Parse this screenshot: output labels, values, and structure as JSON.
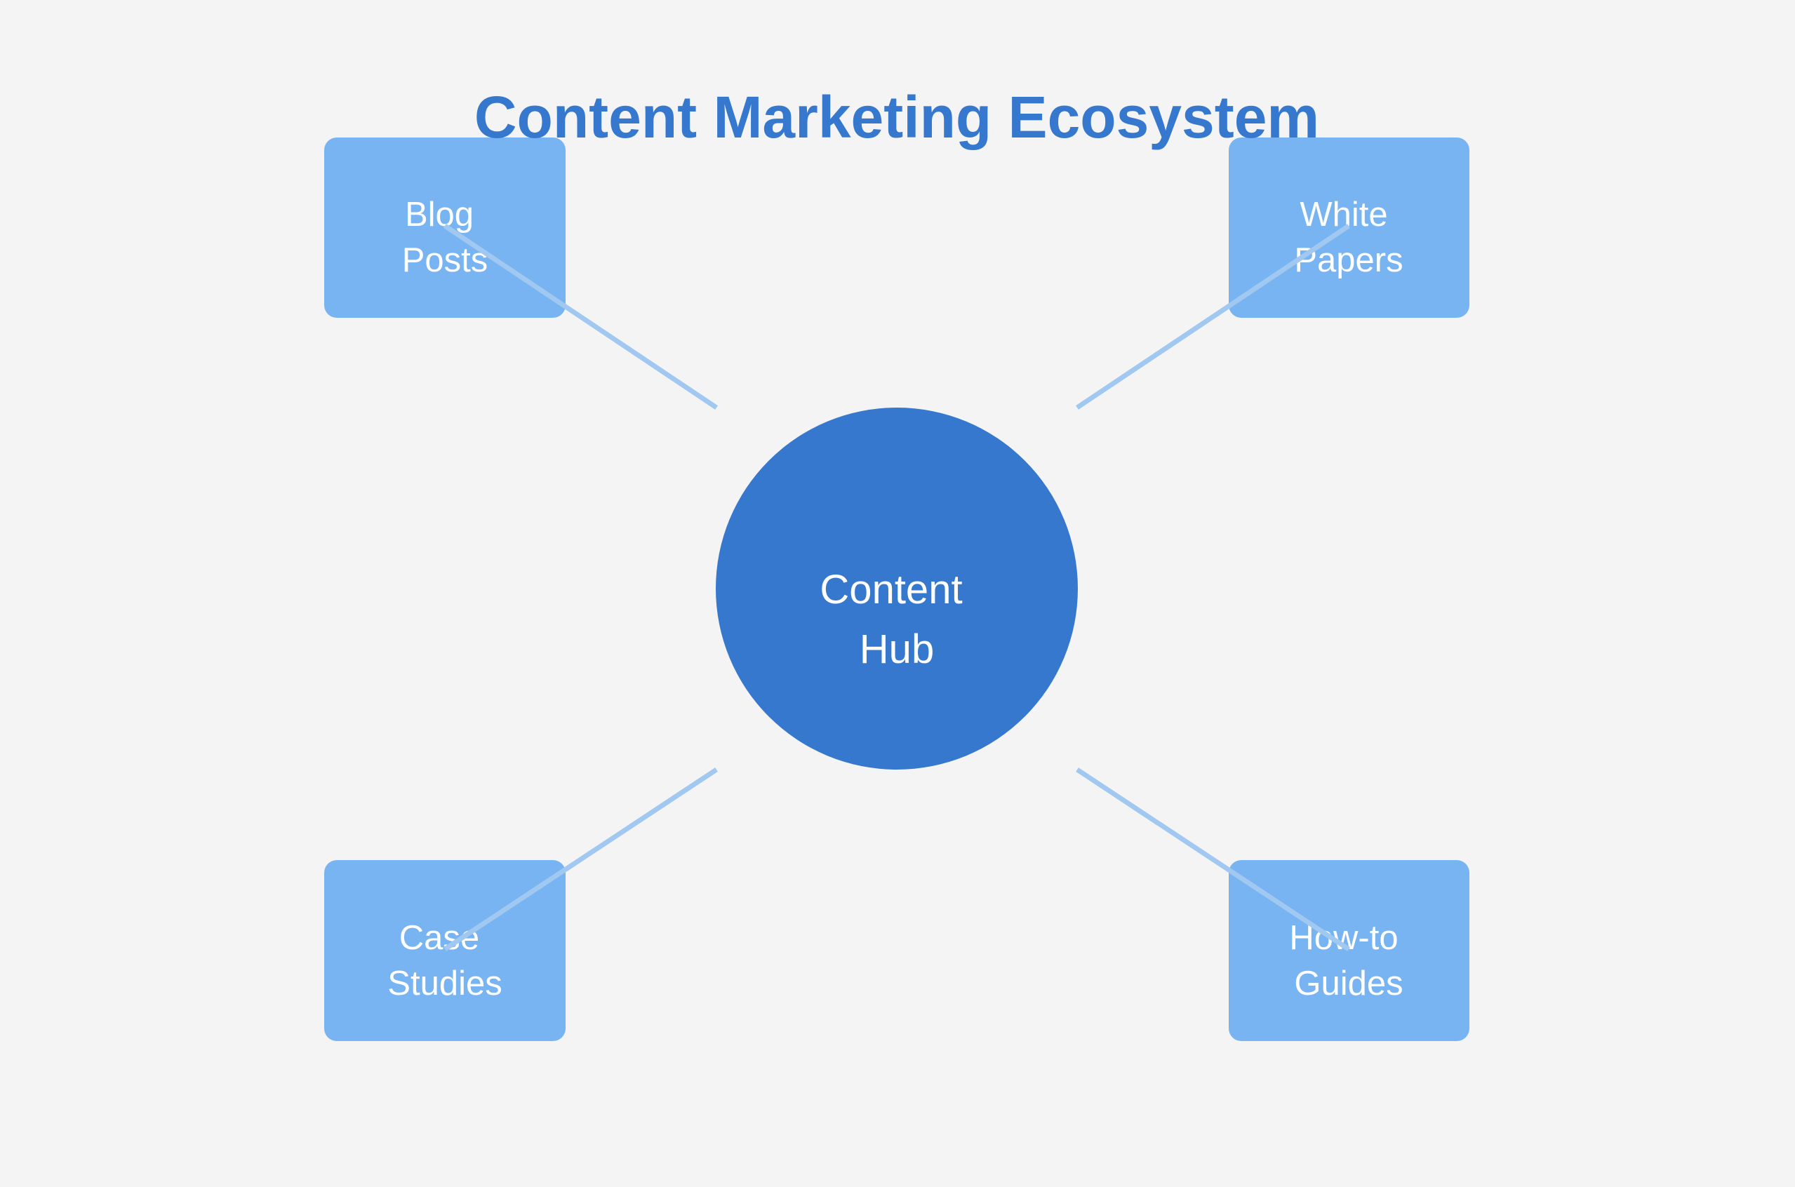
{
  "title": "Content Marketing Ecosystem",
  "hub": {
    "line1": "Content",
    "line2": "Hub"
  },
  "nodes": {
    "blog_posts": {
      "line1": "Blog",
      "line2": "Posts"
    },
    "white_papers": {
      "line1": "White",
      "line2": "Papers"
    },
    "case_studies": {
      "line1": "Case",
      "line2": "Studies"
    },
    "how_to_guides": {
      "line1": "How-to",
      "line2": "Guides"
    }
  },
  "colors": {
    "background": "#f4f4f4",
    "title": "#3778cf",
    "hub": "#3778cf",
    "node": "#78b4f2",
    "connector": "#a0c8f0",
    "text": "#ffffff"
  }
}
